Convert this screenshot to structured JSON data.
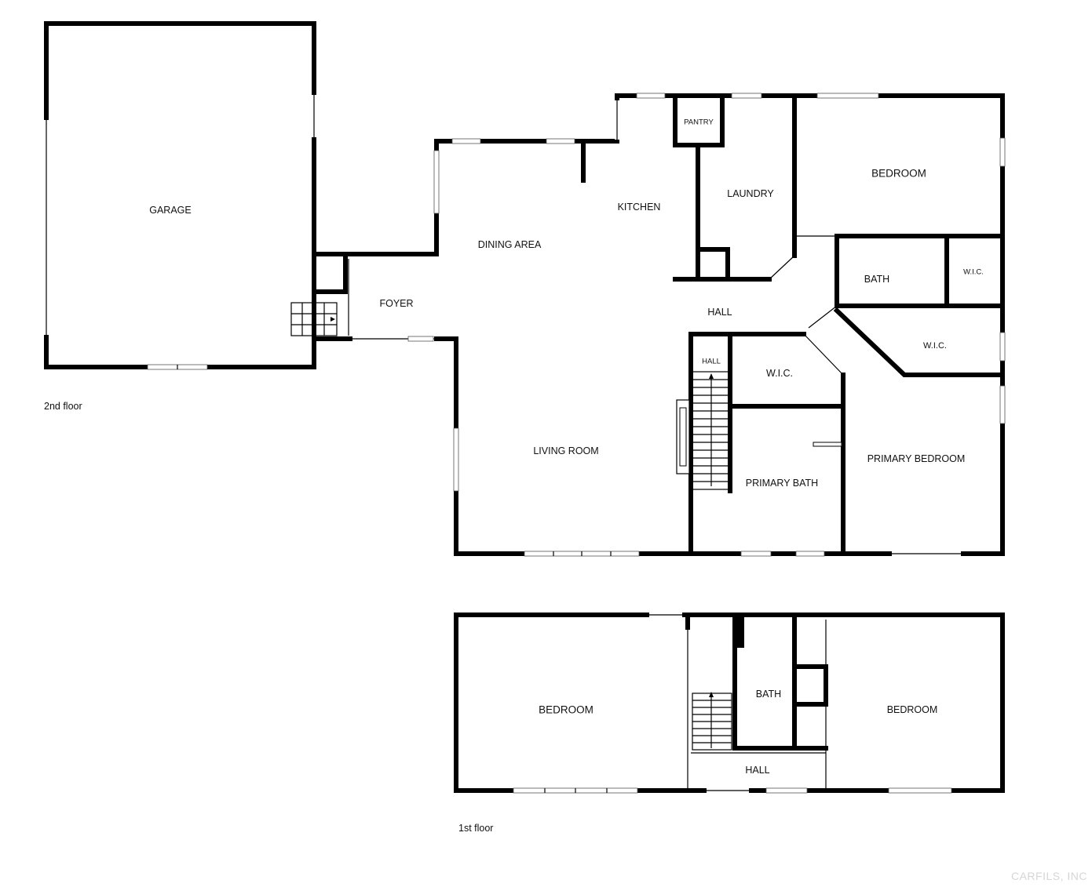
{
  "floors": {
    "second": {
      "caption": "2nd floor",
      "rooms": {
        "garage": "GARAGE",
        "pantry": "PANTRY",
        "kitchen": "KITCHEN",
        "laundry": "LAUNDRY",
        "bedroom": "BEDROOM",
        "dining": "DINING AREA",
        "foyer": "FOYER",
        "bath": "BATH",
        "wic_a": "W.I.C.",
        "hall": "HALL",
        "wic_b": "W.I.C.",
        "stair_hall": "HALL",
        "wic_c": "W.I.C.",
        "living": "LIVING ROOM",
        "primary_bedroom": "PRIMARY BEDROOM",
        "primary_bath": "PRIMARY BATH"
      }
    },
    "first": {
      "caption": "1st floor",
      "rooms": {
        "bedroom_left": "BEDROOM",
        "bath": "BATH",
        "bedroom_right": "BEDROOM",
        "hall": "HALL"
      }
    }
  },
  "watermark": "CARFILS, INC",
  "colors": {
    "wall": "#000000",
    "background": "#ffffff",
    "watermark": "#d6d6d6"
  }
}
